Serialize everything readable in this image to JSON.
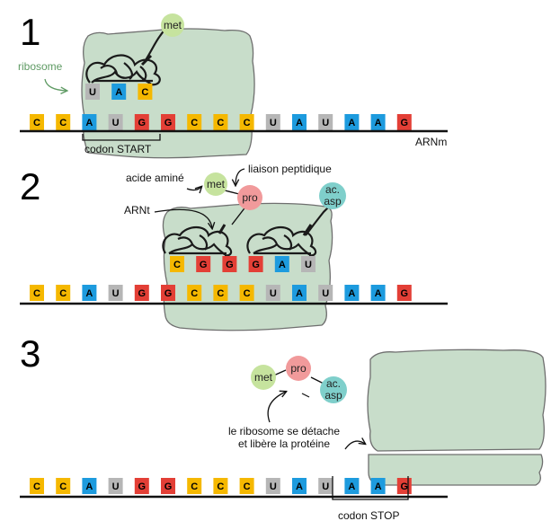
{
  "colors": {
    "C": "#f5b800",
    "A": "#1d9bde",
    "U": "#b6b6b6",
    "G": "#e33f36",
    "ribosome_fill": "#c8ddca",
    "met": "#c6e39e",
    "pro": "#f19a9b",
    "asp": "#7fcfcb",
    "ribosome_label": "#5e9a63"
  },
  "mrna": [
    "C",
    "C",
    "A",
    "U",
    "G",
    "G",
    "C",
    "C",
    "C",
    "U",
    "A",
    "U",
    "A",
    "A",
    "G"
  ],
  "steps": [
    "1",
    "2",
    "3"
  ],
  "step1": {
    "anticodon": [
      "U",
      "A",
      "C"
    ],
    "amino_acid": "met",
    "label_ribosome": "ribosome",
    "label_codon_start": "codon START",
    "label_mrna": "ARNm"
  },
  "step2": {
    "anticodons": [
      "C",
      "G",
      "G",
      "G",
      "A",
      "U"
    ],
    "label_acide_amine": "acide aminé",
    "label_liaison": "liaison peptidique",
    "label_arnt": "ARNt",
    "aa_met": "met",
    "aa_pro": "pro",
    "aa_asp_line1": "ac.",
    "aa_asp_line2": "asp"
  },
  "step3": {
    "aa_met": "met",
    "aa_pro": "pro",
    "aa_asp_line1": "ac.",
    "aa_asp_line2": "asp",
    "detach_line1": "le ribosome se détache",
    "detach_line2": "et libère la protéine",
    "label_codon_stop": "codon STOP"
  }
}
